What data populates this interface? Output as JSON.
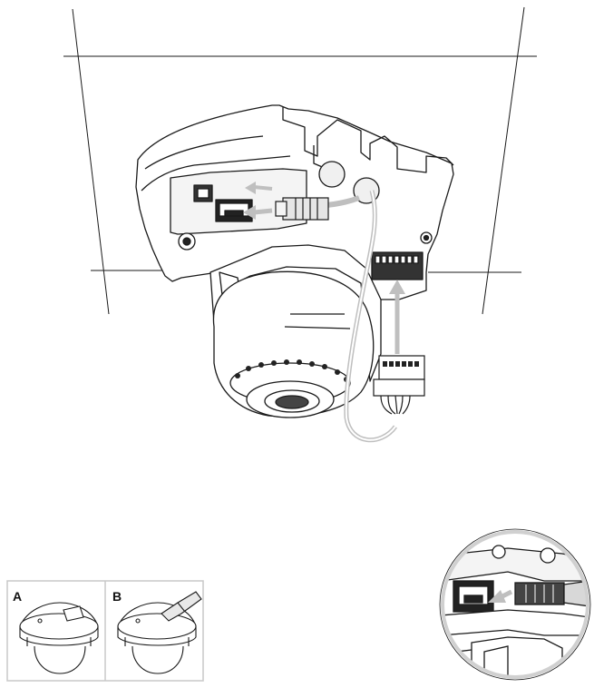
{
  "figure": {
    "colors": {
      "line": "#1a1a1a",
      "highlight": "#bfbfbf",
      "frame": "#c8c8c8",
      "zoom_ring": "#d0d0d0",
      "background": "#ffffff"
    }
  },
  "inset_panels": {
    "labels": [
      "A",
      "B"
    ]
  },
  "icons": [
    "dome-camera",
    "ethernet-cable",
    "terminal-block-connector",
    "magnifier-inset"
  ]
}
